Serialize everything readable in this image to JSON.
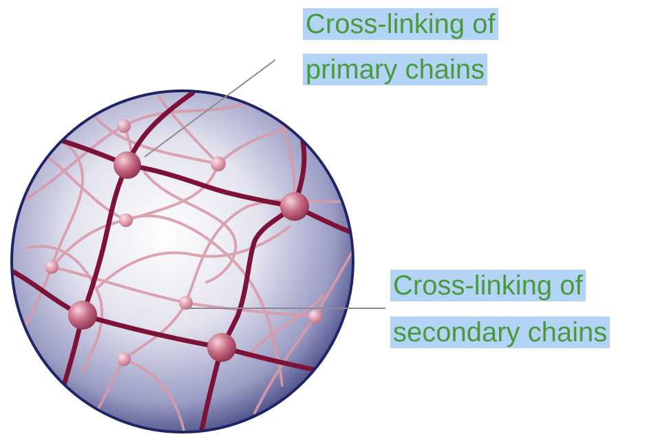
{
  "colors": {
    "label_text": "#4a9a3c",
    "label_highlight": "#b3d4f7",
    "primary_chain": "#7d1238",
    "secondary_chain": "#cf8a98",
    "node": "#c56a84",
    "sphere_rim": "#1f2466",
    "leader_line": "#8a8a8a"
  },
  "labels": {
    "primary": {
      "line1": "Cross-linking of",
      "line2": "primary chains"
    },
    "secondary": {
      "line1": "Cross-linking of",
      "line2": "secondary chains"
    }
  }
}
